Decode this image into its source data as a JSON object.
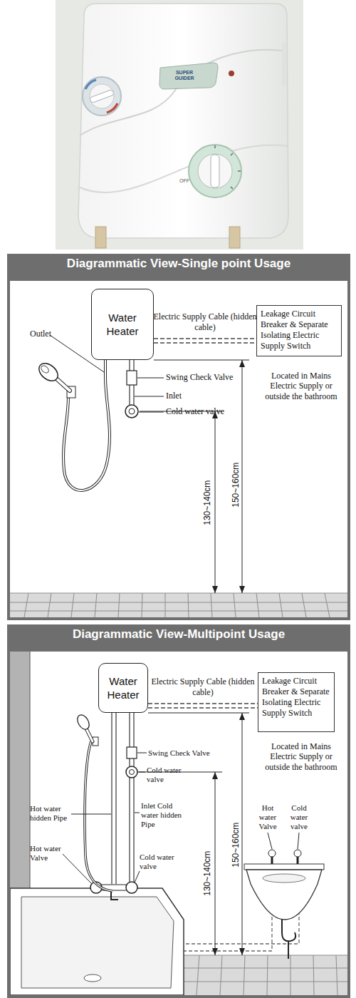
{
  "diagram": {
    "nodes": [
      {
        "text": [
          "Diagrammatic View-Single point Usage"
        ]
      },
      {
        "text": [
          "Water Heater"
        ],
        "in": 0
      },
      {
        "text": [
          "Leakage Circuit Breaker & Separate Isolating Electric Supply Switch"
        ],
        "in": 0
      },
      {
        "text": [
          "Diagrammatic View-Multipoint Usage"
        ]
      },
      {
        "text": [
          "Water Heater"
        ],
        "in": 3
      },
      {
        "text": [
          "Leakage Circuit Breaker & Separate Isolating Electric Supply Switch"
        ],
        "in": 3
      }
    ],
    "edges": [
      {
        "from": 1,
        "to": 2,
        "arrow": "none",
        "label": "Electric Supply Cable (hidden cable)"
      },
      {
        "from": 4,
        "to": 5,
        "arrow": "none",
        "label": "Electric Supply Cable (hidden cable)"
      }
    ],
    "labels": [
      "SUPER GUIDER",
      "OFF",
      "Outlet",
      "Swing Check Valve",
      "Inlet",
      "Cold water valve",
      "Located in Mains Electric Supply or outside the bathroom",
      "130~140cm",
      "150~160cm",
      "Swing Check Valve",
      "Cold water valve",
      "Hot water hidden Pipe",
      "Inlet Cold water hidden Pipe",
      "Hot water Valve",
      "Cold water valve",
      "130~140cm",
      "150~160cm",
      "Located in Mains Electric Supply or outside the bathroom",
      "Hot water Valve",
      "Cold water valve"
    ]
  }
}
